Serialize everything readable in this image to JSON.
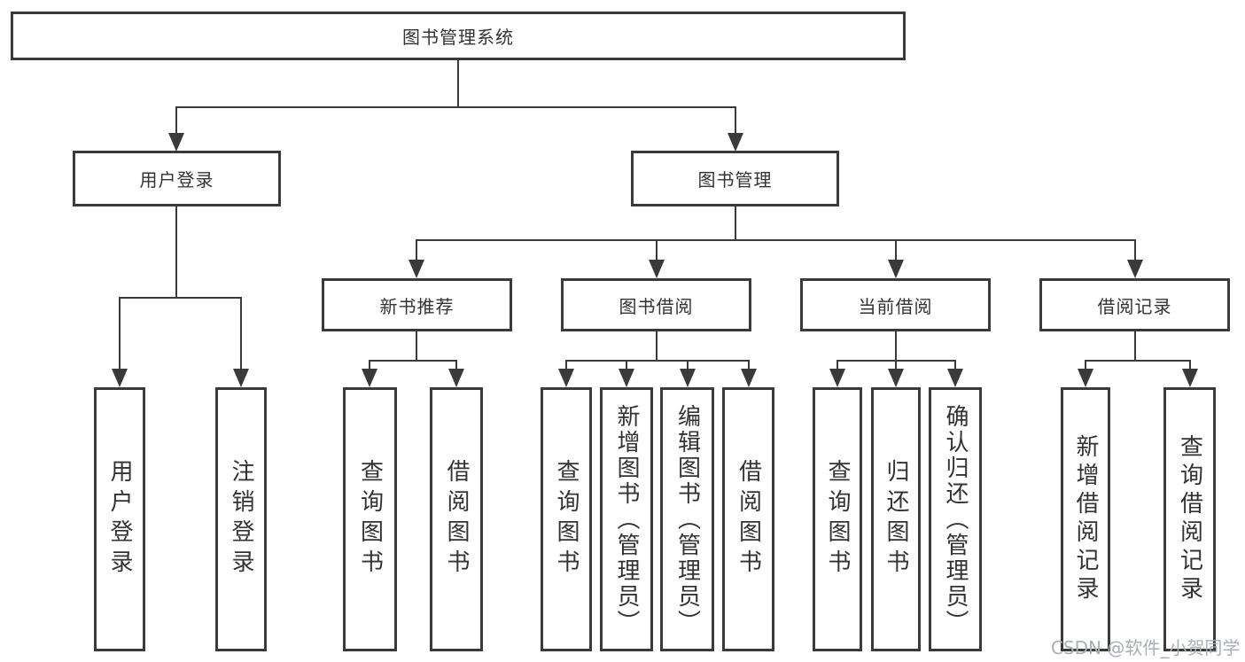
{
  "diagram": {
    "root": {
      "label": "图书管理系统"
    },
    "branches": [
      {
        "label": "用户登录",
        "children": [
          {
            "label": "用户登录"
          },
          {
            "label": "注销登录"
          }
        ]
      },
      {
        "label": "图书管理",
        "groups": [
          {
            "label": "新书推荐",
            "children": [
              {
                "label": "查询图书"
              },
              {
                "label": "借阅图书"
              }
            ]
          },
          {
            "label": "图书借阅",
            "children": [
              {
                "label": "查询图书"
              },
              {
                "label": "新增图书（管理员）"
              },
              {
                "label": "编辑图书（管理员）"
              },
              {
                "label": "借阅图书"
              }
            ]
          },
          {
            "label": "当前借阅",
            "children": [
              {
                "label": "查询图书"
              },
              {
                "label": "归还图书"
              },
              {
                "label": "确认归还（管理员）"
              }
            ]
          },
          {
            "label": "借阅记录",
            "children": [
              {
                "label": "新增借阅记录"
              },
              {
                "label": "查询借阅记录"
              }
            ]
          }
        ]
      }
    ],
    "watermark": "CSDN @软件_小贺同学",
    "colors": {
      "line": "#3a3a3a",
      "text": "#333333",
      "watermark": "#a9aeb7",
      "background": "#ffffff"
    }
  }
}
